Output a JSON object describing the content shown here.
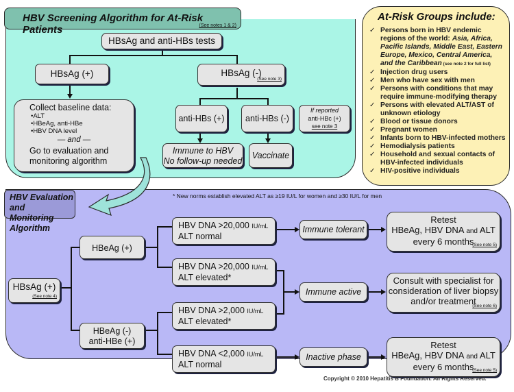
{
  "screening": {
    "title": "HBV Screening Algorithm for At-Risk Patients",
    "note": "(See notes 1 & 2)",
    "tests_box": "HBsAg and anti-HBs tests",
    "hbsag_pos": "HBsAg (+)",
    "hbsag_neg": "HBsAg (-)",
    "hbsag_neg_note": "(See note 3)",
    "baseline": {
      "heading": "Collect baseline data:",
      "items": [
        "•ALT",
        "•HBeAg, anti-HBe",
        "•HBV DNA level"
      ],
      "and": "— and —",
      "goto": "Go to evaluation and monitoring algorithm"
    },
    "anti_hbs_pos": "anti-HBs (+)",
    "anti_hbs_neg": "anti-HBs (-)",
    "anti_hbc": {
      "line1": "If reported",
      "line2": "anti-HBc (+)",
      "line3": "see note 3"
    },
    "immune": {
      "line1": "Immune to HBV",
      "line2": "No follow-up needed"
    },
    "vaccinate": "Vaccinate"
  },
  "risk_groups": {
    "title": "At-Risk Groups include:",
    "check_icon": "✓",
    "items": [
      {
        "pre": "Persons born in HBV endemic regions of the world: ",
        "italic": "Asia, Africa, Pacific Islands, Middle East, Eastern Europe, Mexico, Central America, and the Caribbean",
        "small": " (see note 2 for full list)"
      },
      {
        "pre": "Injection drug users"
      },
      {
        "pre": "Men who have sex with men"
      },
      {
        "pre": "Persons with conditions that may require immune-modifying therapy"
      },
      {
        "pre": "Persons with elevated ALT/AST of unknown etiology"
      },
      {
        "pre": "Blood or tissue donors"
      },
      {
        "pre": "Pregnant women"
      },
      {
        "pre": "Infants born to HBV-infected mothers"
      },
      {
        "pre": "Hemodialysis patients"
      },
      {
        "pre": "Household and sexual contacts of HBV-infected individuals"
      },
      {
        "pre": "HIV-positive individuals"
      }
    ]
  },
  "evaluation": {
    "title_line1": "HBV Evaluation and",
    "title_line2": "Monitoring Algorithm",
    "norms_note": "* New norms establish elevated ALT as ≥19 IU/L for women and ≥30 IU/L for men",
    "hbsag_pos": "HBsAg (+)",
    "hbsag_pos_note": "(See note 4)",
    "hbeag_pos": "HBeAg (+)",
    "hbeag_neg_line1": "HBeAg (-)",
    "hbeag_neg_line2": "anti-HBe (+)",
    "dna": [
      {
        "main": "HBV DNA >20,000 ",
        "unit": "IU/mL",
        "alt": "ALT normal"
      },
      {
        "main": "HBV DNA >20,000 ",
        "unit": "IU/mL",
        "alt": "ALT elevated*"
      },
      {
        "main": "HBV DNA >2,000 ",
        "unit": "IU/mL",
        "alt": "ALT elevated*"
      },
      {
        "main": "HBV DNA <2,000 ",
        "unit": "IU/mL",
        "alt": "ALT normal"
      }
    ],
    "phases": [
      "Immune tolerant",
      "Immune active",
      "Inactive phase"
    ],
    "outcomes": [
      {
        "line1": "Retest",
        "line2a": "HBeAg, HBV DNA ",
        "line2b": "and",
        "line2c": " ALT",
        "line3": "every 6 months",
        "note": "(See note 5)"
      },
      {
        "line1": "Consult with specialist for",
        "line2": "consideration of liver biopsy",
        "line3": "and/or treatment",
        "note": "(See note 6)"
      },
      {
        "line1": "Retest",
        "line2a": "HBeAg, HBV DNA ",
        "line2b": "and",
        "line2c": " ALT",
        "line3": "every 6 months",
        "note": "(See note 5)"
      }
    ]
  },
  "copyright": "Copyright © 2010 Hepatitis B Foundation. All Rights Reserved.",
  "colors": {
    "screening_bg": "#aaf5e6",
    "screening_header": "#7fc1ae",
    "risk_bg": "#fdf1b6",
    "eval_bg": "#b9b8f6",
    "eval_header": "#9b9ad8",
    "box_bg": "#e5e5e5"
  }
}
